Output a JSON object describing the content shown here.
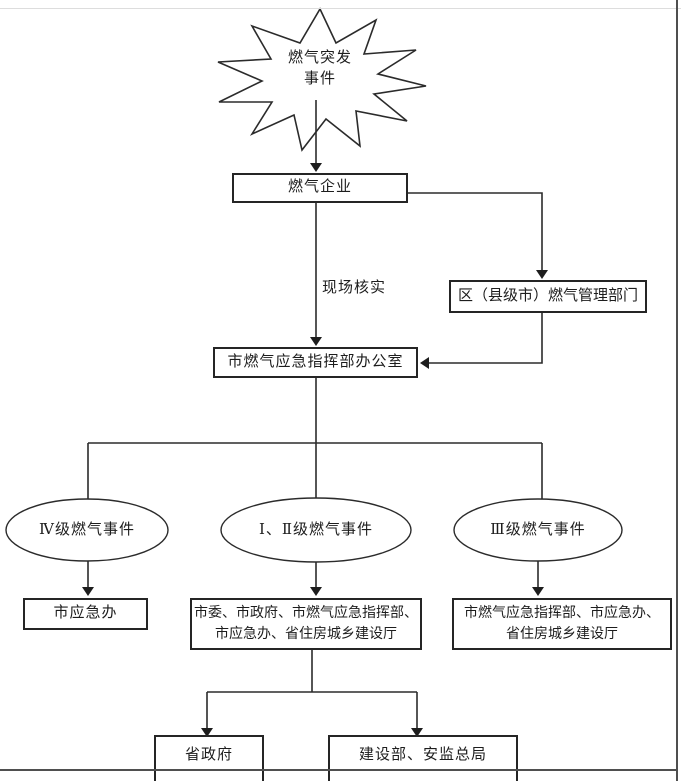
{
  "diagram": {
    "burst": {
      "line1": "燃气突发",
      "line2": "事件"
    },
    "boxes": {
      "gas_enterprise": "燃气企业",
      "district_dept": "区（县级市）燃气管理部门",
      "city_office": "市燃气应急指挥部办公室",
      "city_emergency": "市应急办",
      "level12_report_line1": "市委、市政府、市燃气应急指挥部、",
      "level12_report_line2": "市应急办、省住房城乡建设厅",
      "level3_report_line1": "市燃气应急指挥部、市应急办、",
      "level3_report_line2": "省住房城乡建设厅",
      "prov_govt": "省政府",
      "ministry": "建设部、安监总局"
    },
    "ellipses": {
      "level4": "Ⅳ级燃气事件",
      "level12": "Ⅰ、Ⅱ级燃气事件",
      "level3": "Ⅲ级燃气事件"
    },
    "labels": {
      "onsite_check": "现场核实"
    },
    "colors": {
      "line": "#2b2b2b",
      "frame": "#4f4f4f",
      "frame_light": "#dddddd",
      "background": "#ffffff"
    }
  }
}
